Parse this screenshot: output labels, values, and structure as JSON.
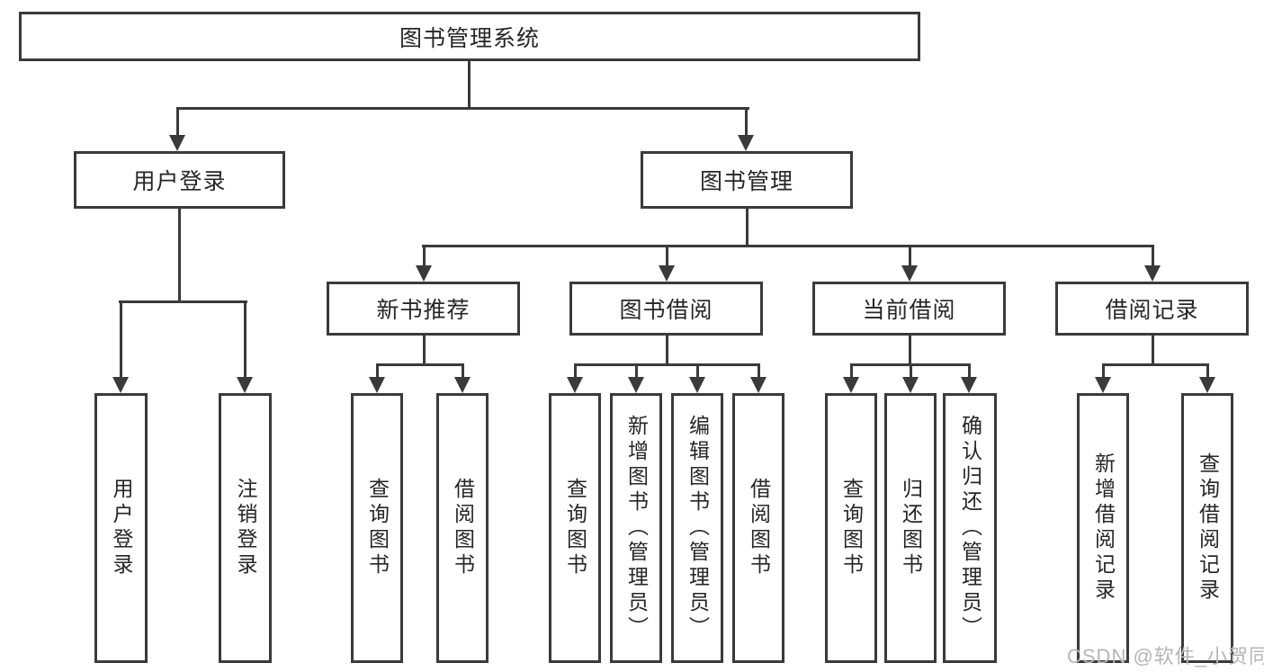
{
  "tree": {
    "root": "图书管理系统",
    "branches": [
      {
        "label": "用户登录",
        "leaves": [
          "用户登录",
          "注销登录"
        ]
      },
      {
        "label": "图书管理",
        "modules": [
          {
            "label": "新书推荐",
            "leaves": [
              "查询图书",
              "借阅图书"
            ]
          },
          {
            "label": "图书借阅",
            "leaves": [
              "查询图书",
              "新增图书（管理员）",
              "编辑图书（管理员）",
              "借阅图书"
            ]
          },
          {
            "label": "当前借阅",
            "leaves": [
              "查询图书",
              "归还图书",
              "确认归还（管理员）"
            ]
          },
          {
            "label": "借阅记录",
            "leaves": [
              "新增借阅记录",
              "查询借阅记录"
            ]
          }
        ]
      }
    ]
  },
  "watermark": "CSDN @软件_小贺同学",
  "colors": {
    "line": "#3a3a3a",
    "text": "#262626",
    "watermark": "#b5b5b5",
    "background": "#ffffff"
  }
}
